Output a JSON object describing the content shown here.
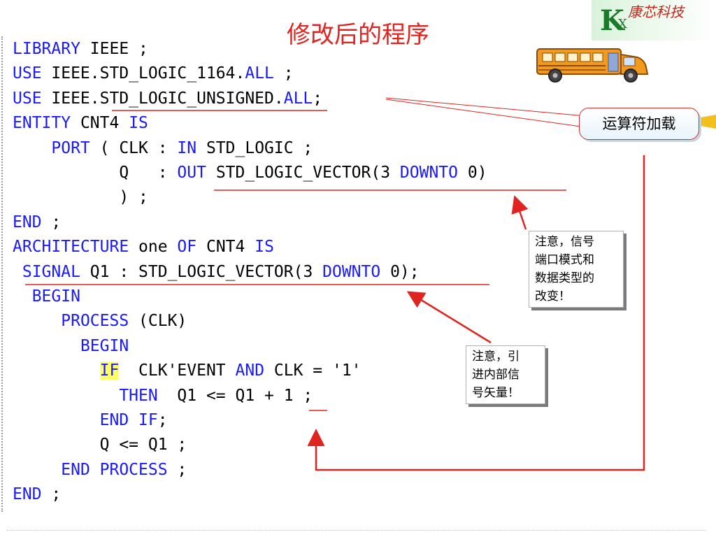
{
  "slide": {
    "title": "修改后的程序",
    "logo": {
      "letter": "K",
      "sub": "X",
      "name": "康芯科技"
    }
  },
  "code": {
    "lines": [
      {
        "indent": "",
        "tokens": [
          {
            "t": "LIBRARY",
            "kw": true
          },
          {
            "t": " IEEE ;"
          }
        ]
      },
      {
        "indent": "",
        "tokens": [
          {
            "t": "USE",
            "kw": true
          },
          {
            "t": " IEEE.STD_LOGIC_1164."
          },
          {
            "t": "ALL",
            "kw": true
          },
          {
            "t": " ;"
          }
        ]
      },
      {
        "indent": "",
        "tokens": [
          {
            "t": "USE",
            "kw": true
          },
          {
            "t": " IEEE.STD_LOGIC_UNSIGNED."
          },
          {
            "t": "ALL",
            "kw": true
          },
          {
            "t": ";"
          }
        ]
      },
      {
        "indent": "",
        "tokens": [
          {
            "t": "ENTITY",
            "kw": true
          },
          {
            "t": " CNT4 "
          },
          {
            "t": "IS",
            "kw": true
          }
        ]
      },
      {
        "indent": "    ",
        "tokens": [
          {
            "t": "PORT",
            "kw": true
          },
          {
            "t": " ( CLK : "
          },
          {
            "t": "IN",
            "kw": true
          },
          {
            "t": " STD_LOGIC ;"
          }
        ]
      },
      {
        "indent": "           ",
        "tokens": [
          {
            "t": "Q   : "
          },
          {
            "t": "OUT",
            "kw": true
          },
          {
            "t": " STD_LOGIC_VECTOR(3 "
          },
          {
            "t": "DOWNTO",
            "kw": true
          },
          {
            "t": " 0)"
          }
        ]
      },
      {
        "indent": "           ",
        "tokens": [
          {
            "t": ") ;"
          }
        ]
      },
      {
        "indent": "",
        "tokens": [
          {
            "t": "END",
            "kw": true
          },
          {
            "t": " ;"
          }
        ]
      },
      {
        "indent": "",
        "tokens": [
          {
            "t": "ARCHITECTURE",
            "kw": true
          },
          {
            "t": " one "
          },
          {
            "t": "OF",
            "kw": true
          },
          {
            "t": " CNT4 "
          },
          {
            "t": "IS",
            "kw": true
          }
        ]
      },
      {
        "indent": " ",
        "tokens": [
          {
            "t": "SIGNAL",
            "kw": true
          },
          {
            "t": " Q1 : STD_LOGIC_VECTOR(3 "
          },
          {
            "t": "DOWNTO",
            "kw": true
          },
          {
            "t": " 0);"
          }
        ]
      },
      {
        "indent": "  ",
        "tokens": [
          {
            "t": "BEGIN",
            "kw": true
          }
        ]
      },
      {
        "indent": "     ",
        "tokens": [
          {
            "t": "PROCESS",
            "kw": true
          },
          {
            "t": " (CLK)"
          }
        ]
      },
      {
        "indent": "       ",
        "tokens": [
          {
            "t": "BEGIN",
            "kw": true
          }
        ]
      },
      {
        "indent": "         ",
        "tokens": [
          {
            "t": "IF",
            "kw": true,
            "hl": true
          },
          {
            "t": "  CLK'EVENT "
          },
          {
            "t": "AND",
            "kw": true
          },
          {
            "t": " CLK = '1'"
          }
        ]
      },
      {
        "indent": "           ",
        "tokens": [
          {
            "t": "THEN",
            "kw": true
          },
          {
            "t": "  Q1 <= Q1 + 1 ;"
          }
        ]
      },
      {
        "indent": "         ",
        "tokens": [
          {
            "t": "END IF",
            "kw": true
          },
          {
            "t": ";"
          }
        ]
      },
      {
        "indent": "         ",
        "tokens": [
          {
            "t": "Q <= Q1 ;"
          }
        ]
      },
      {
        "indent": "     ",
        "tokens": [
          {
            "t": "END PROCESS",
            "kw": true
          },
          {
            "t": " ;"
          }
        ]
      },
      {
        "indent": "",
        "tokens": [
          {
            "t": "END",
            "kw": true
          },
          {
            "t": " ;"
          }
        ]
      }
    ]
  },
  "callouts": {
    "operator_overload": "运算符加载",
    "port_change": [
      "注意，信号",
      "端口模式和",
      "数据类型的",
      "改变！"
    ],
    "internal_signal": [
      "注意，引",
      "进内部信",
      "号矢量！"
    ]
  },
  "colors": {
    "keyword": "#1a1aff",
    "annotation": "#e0241f",
    "highlight": "#ffff66"
  }
}
